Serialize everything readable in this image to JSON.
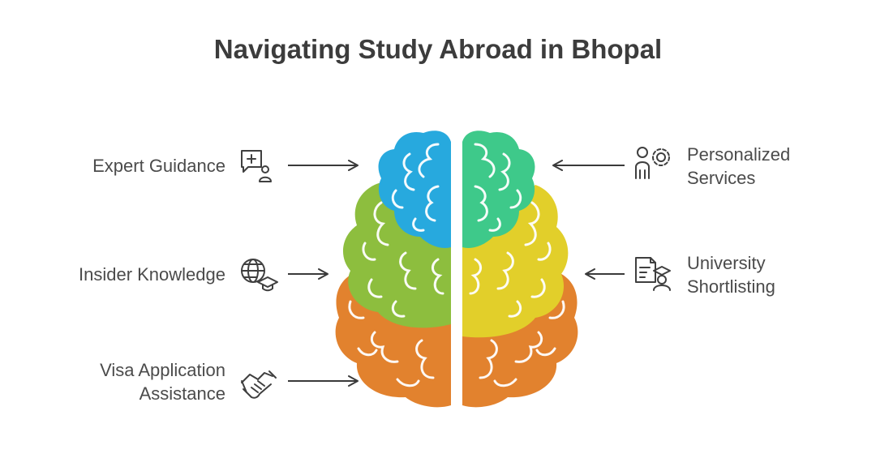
{
  "title": "Navigating Study Abroad in Bhopal",
  "left_items": [
    {
      "lines": [
        "Expert Guidance"
      ],
      "icon": "expert-guidance-icon"
    },
    {
      "lines": [
        "Insider Knowledge"
      ],
      "icon": "globe-graduation-icon"
    },
    {
      "lines": [
        "Visa Application",
        "Assistance"
      ],
      "icon": "handshake-icon"
    }
  ],
  "right_items": [
    {
      "lines": [
        "Personalized",
        "Services"
      ],
      "icon": "person-gear-icon"
    },
    {
      "lines": [
        "University",
        "Shortlisting"
      ],
      "icon": "document-graduate-icon"
    }
  ],
  "colors": {
    "blue": "#27a9de",
    "green_top": "#3ec98a",
    "olive": "#8dbe3e",
    "yellow": "#e2cf2a",
    "orange": "#e2822e",
    "text": "#4b4b4b",
    "arrow": "#3a3a3a"
  }
}
